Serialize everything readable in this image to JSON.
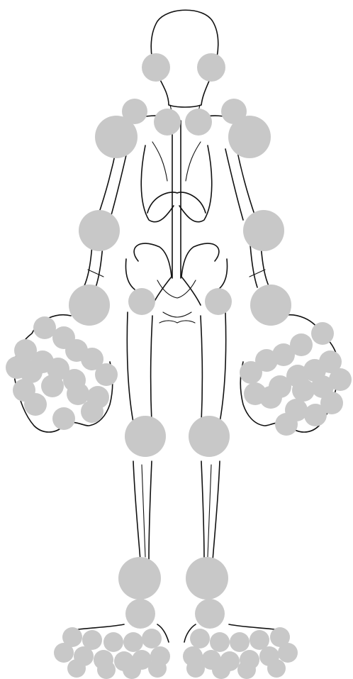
{
  "diagram": {
    "type": "homunculus-joint-map",
    "joint_color": "#c8c8c8",
    "outline_color": "#111111",
    "background": "#ffffff",
    "sides": [
      "right-side",
      "left-side"
    ],
    "joints": [
      "temporomandibular",
      "sternoclavicular",
      "acromioclavicular",
      "shoulder",
      "elbow",
      "wrist",
      "hip",
      "knee",
      "ankle",
      "subtalar",
      "mcp-1",
      "mcp-2",
      "mcp-3",
      "mcp-4",
      "mcp-5",
      "ip-thumb",
      "pip-2",
      "pip-3",
      "pip-4",
      "pip-5",
      "dip-2",
      "dip-3",
      "dip-4",
      "dip-5",
      "mtp-1",
      "mtp-2",
      "mtp-3",
      "mtp-4",
      "mtp-5",
      "ip-toe-1",
      "ip-toe-2",
      "ip-toe-3",
      "ip-toe-4",
      "ip-toe-5"
    ]
  }
}
